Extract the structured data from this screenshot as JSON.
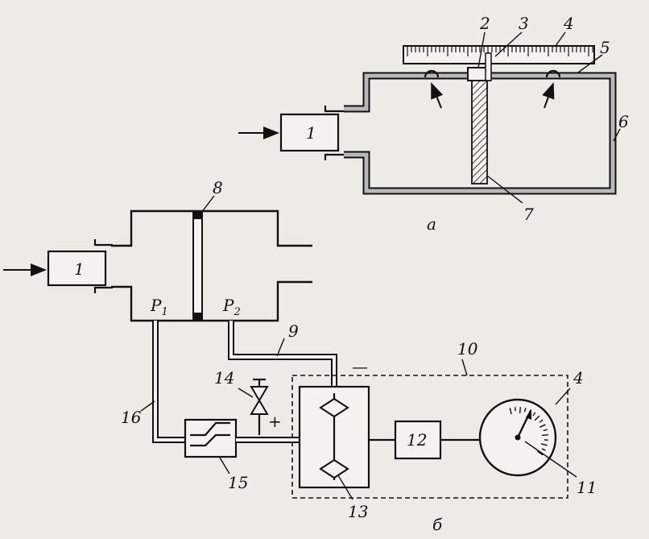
{
  "labels": {
    "n1_top": "1",
    "n1_bottom": "1",
    "n2": "2",
    "n3": "3",
    "n4_top": "4",
    "n4_bottom": "4",
    "n5": "5",
    "n6": "6",
    "n7": "7",
    "n8": "8",
    "n9": "9",
    "n10": "10",
    "n11": "11",
    "n12": "12",
    "n13": "13",
    "n14": "14",
    "n15": "15",
    "n16": "16",
    "p1_letter": "P",
    "p1_sub": "1",
    "p2_letter": "P",
    "p2_sub": "2",
    "plus": "+",
    "minus": "—",
    "caption_a": "a",
    "caption_b": "б"
  }
}
